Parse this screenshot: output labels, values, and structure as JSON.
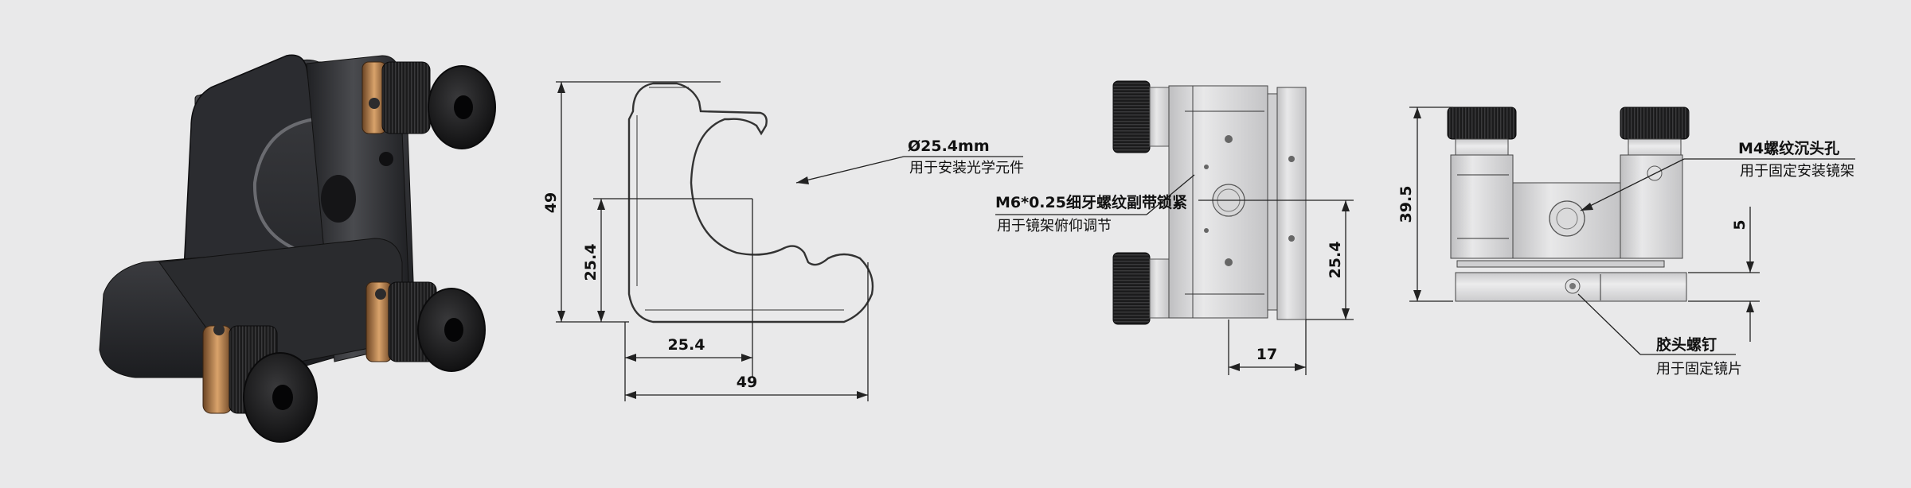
{
  "colors": {
    "background": "#e9e9ea",
    "body_dark": "#2f3033",
    "brass": "#b07a45",
    "drawing_metal": "#dcdcdd",
    "knob_black": "#1c1c1d"
  },
  "front_view": {
    "dim_height_total": "49",
    "dim_height_center": "25.4",
    "dim_width_center": "25.4",
    "dim_width_total": "49",
    "callout_line1": "Ø25.4mm",
    "callout_line2": "用于安装光学元件"
  },
  "side_view": {
    "callout_line1": "M6*0.25细牙螺纹副带锁紧",
    "callout_line2": "用于镜架俯仰调节",
    "dim_height_center": "25.4",
    "dim_depth": "17"
  },
  "top_view": {
    "dim_height_total": "39.5",
    "dim_base_offset": "5",
    "callout_top_line1": "M4螺纹沉头孔",
    "callout_top_line2": "用于固定安装镜架",
    "callout_bottom_line1": "胶头螺钉",
    "callout_bottom_line2": "用于固定镜片"
  },
  "icons": [
    "mirror-mount-render"
  ]
}
